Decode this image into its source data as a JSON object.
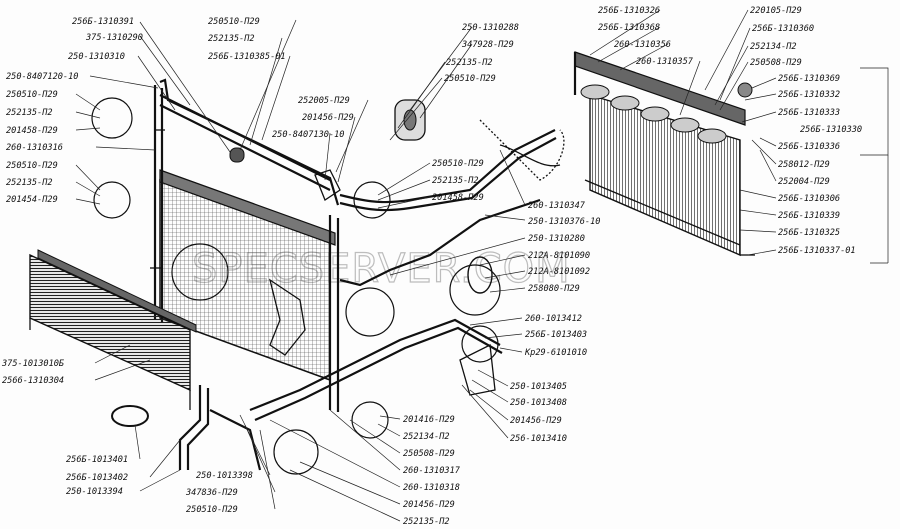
{
  "diagram": {
    "watermark": "SPECSERVER.COM",
    "labels": {
      "l01": "256Б-1310391",
      "l02": "375-1310290",
      "l03": "250-1310310",
      "l04": "250-8407120-10",
      "l05": "250510-П29",
      "l06": "252135-П2",
      "l07": "201458-П29",
      "l08": "260-1310316",
      "l09": "250510-П29",
      "l10": "252135-П2",
      "l11": "201454-П29",
      "l12": "250510-П29",
      "l13": "252135-П2",
      "l14": "256Б-1310385-01",
      "l15": "252005-П29",
      "l16": "201456-П29",
      "l17": "250-8407130-10",
      "l18": "250-1310288",
      "l19": "347928-П29",
      "l20": "252135-П2",
      "l21": "250510-П29",
      "l22": "250510-П29",
      "l23": "252135-П2",
      "l24": "201458-П29",
      "l25": "260-1310347",
      "l26": "250-1310376-10",
      "l27": "250-1310280",
      "l28": "212А-8101090",
      "l29": "212А-8101092",
      "l30": "258080-П29",
      "l31": "260-1013412",
      "l32": "256Б-1013403",
      "l33": "Кр29-6101010",
      "l34": "250-1013405",
      "l35": "250-1013408",
      "l36": "201456-П29",
      "l37": "256-1013410",
      "l38": "201416-П29",
      "l39": "252134-П2",
      "l40": "250508-П29",
      "l41": "260-1310317",
      "l42": "260-1310318",
      "l43": "201456-П29",
      "l44": "252135-П2",
      "l45": "250510-П29",
      "l46": "347836-П29",
      "l47": "250-1013398",
      "l48": "250-1013394",
      "l49": "256Б-1013402",
      "l50": "256Б-1013401",
      "l51": "2566-1310304",
      "l52": "375-1013010Б",
      "l53": "256Б-1310326",
      "l54": "256Б-1310368",
      "l55": "260-1310356",
      "l56": "260-1310357",
      "l57": "220105-П29",
      "l58": "256Б-1310360",
      "l59": "252134-П2",
      "l60": "250508-П29",
      "l61": "256Б-1310369",
      "l62": "256Б-1310332",
      "l63": "256Б-1310333",
      "l64": "256Б-1310330",
      "l65": "256Б-1310336",
      "l66": "258012-П29",
      "l67": "252004-П29",
      "l68": "256Б-1310306",
      "l69": "256Б-1310339",
      "l70": "256Б-1310325",
      "l71": "256Б-1310337-01"
    }
  }
}
